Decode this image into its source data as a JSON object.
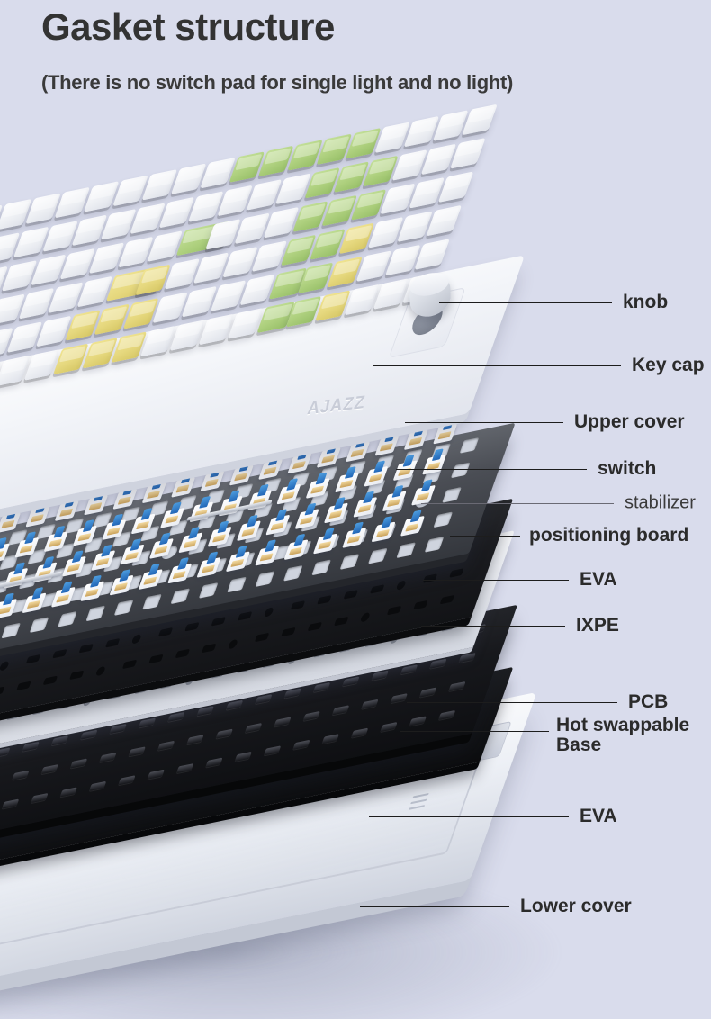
{
  "header": {
    "title": "Gasket structure",
    "subtitle": "(There is no switch pad for single light and no light)"
  },
  "colors": {
    "background": "#d9dcec",
    "title_text": "#333333",
    "label_text": "#2b2b2b",
    "leader_line": "#1d1d1d",
    "leader_line_light": "#6a6a74",
    "keycap_white": "#eef0f4",
    "keycap_green": "#aed07e",
    "keycap_yellow": "#e6d87e",
    "legend_green": "#7dbb33",
    "switch_stem_blue": "#2f76c4",
    "upper_cover_white": "#f3f5f9",
    "positioning_board_gray": "#4b4e55",
    "eva_black": "#1b1c20",
    "ixpe_light": "#eceef3",
    "pcb_black": "#17181c",
    "lower_cover_white": "#eef1f6"
  },
  "product": {
    "brand": "AJAZZ"
  },
  "callouts": [
    {
      "id": "knob",
      "label": "knob",
      "emphasis": "bold",
      "leader": "solid"
    },
    {
      "id": "key-cap",
      "label": "Key cap",
      "emphasis": "bold",
      "leader": "solid"
    },
    {
      "id": "upper-cover",
      "label": "Upper cover",
      "emphasis": "bold",
      "leader": "solid"
    },
    {
      "id": "switch",
      "label": "switch",
      "emphasis": "bold",
      "leader": "solid"
    },
    {
      "id": "stabilizer",
      "label": "stabilizer",
      "emphasis": "light",
      "leader": "light"
    },
    {
      "id": "positioning-board",
      "label": "positioning board",
      "emphasis": "bold",
      "leader": "solid"
    },
    {
      "id": "eva-upper",
      "label": "EVA",
      "emphasis": "bold",
      "leader": "solid"
    },
    {
      "id": "ixpe",
      "label": "IXPE",
      "emphasis": "bold",
      "leader": "solid"
    },
    {
      "id": "pcb",
      "label": "PCB",
      "emphasis": "bold",
      "leader": "solid"
    },
    {
      "id": "hot-swappable-base",
      "label": "Hot swappable\nBase",
      "emphasis": "bold",
      "leader": "solid"
    },
    {
      "id": "eva-lower",
      "label": "EVA",
      "emphasis": "bold",
      "leader": "solid"
    },
    {
      "id": "lower-cover",
      "label": "Lower cover",
      "emphasis": "bold",
      "leader": "solid"
    }
  ]
}
